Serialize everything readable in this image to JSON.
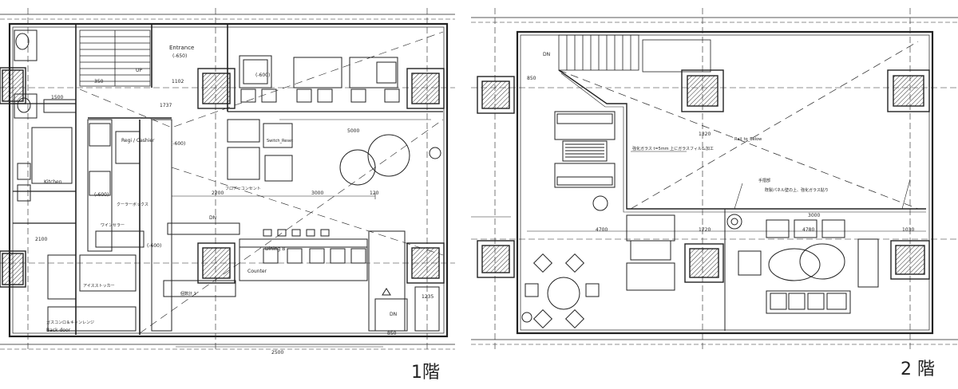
{
  "floors": [
    {
      "label": "1階",
      "texts": {
        "entrance": "Entrance",
        "entrance_code": "(-650)",
        "up": "UP",
        "code_600_a": "(-600)",
        "code_600_b": "(-600)",
        "code_600_c": "(-600)",
        "code_600_d": "(-600)",
        "cashier": "Regi / Cashier",
        "kitchen": "Kitchen",
        "switch": "Switch_Reset",
        "floor_outlet": "フロアーコンセント",
        "counter": "Counter",
        "dining": "Dining B",
        "dn1": "DN",
        "dn2": "DN",
        "dim_350": "350",
        "dim_1102": "1102",
        "dim_1737": "1737",
        "dim_5000": "5000",
        "dim_2200": "2200",
        "dim_3000": "3000",
        "dim_120": "120",
        "dim_1500": "1500",
        "dim_2500": "2500",
        "dim_850": "850",
        "dim_1235": "1235",
        "dim_2100": "2100",
        "wine": "ワインセラー",
        "cooler": "クーラーボックス",
        "ice": "アイスストッカー",
        "gas": "ガスコンロ＆キャンレンジ",
        "backdoor": "Back door",
        "equip": "個数計 1"
      }
    },
    {
      "label": "2 階",
      "texts": {
        "dn": "DN",
        "glass_note": "強化ガラス t=5mm 上にガラスフィルム加工",
        "rail_note": "Rail_to_Below",
        "railing_note": "手摺部",
        "glass_note2": "既製パネル壁の上、強化ガラス貼り",
        "dim_4780": "4780",
        "dim_4700": "4700",
        "dim_3000": "3000",
        "dim_1720": "1720",
        "dim_1320": "1320",
        "dim_1030": "1030",
        "dim_850": "850"
      }
    }
  ]
}
